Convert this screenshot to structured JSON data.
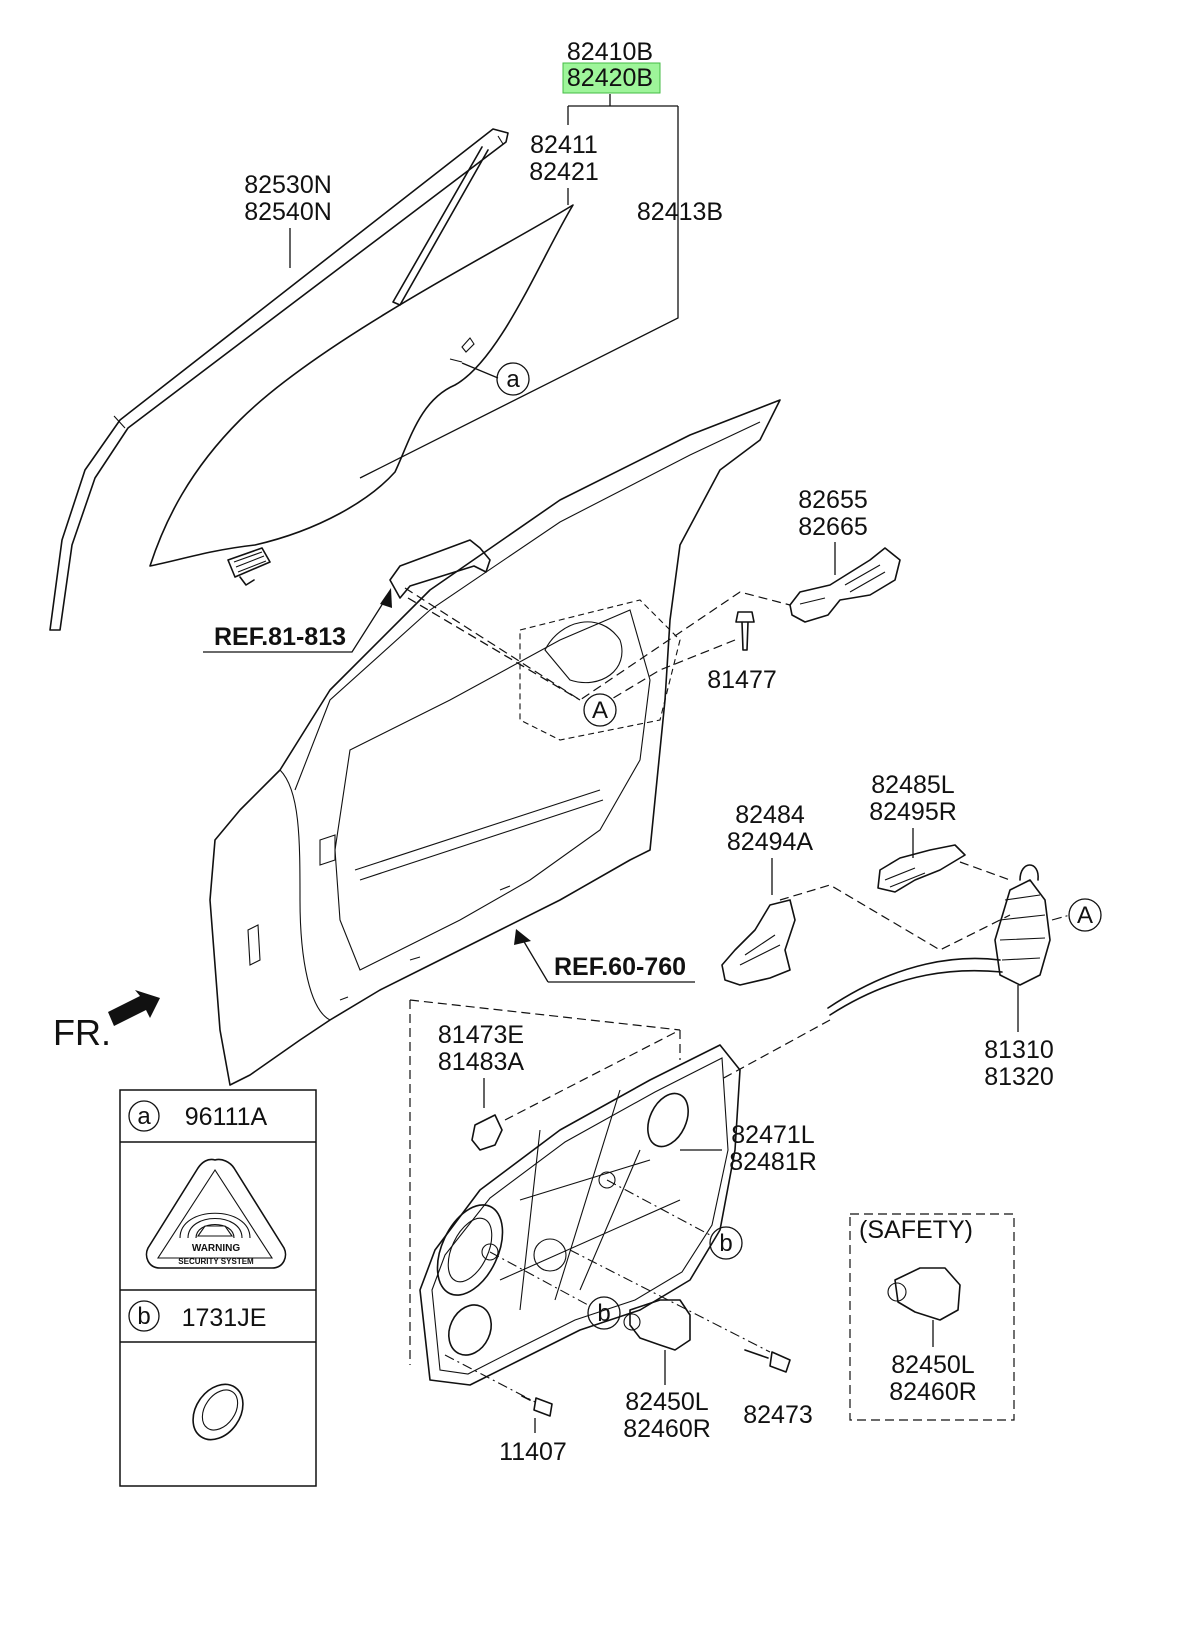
{
  "labels": {
    "glass_assy_lh": "82410B",
    "glass_assy_rh": "82420B",
    "glass_lh": "82411",
    "glass_rh": "82421",
    "channel": "82413B",
    "run_lh": "82530N",
    "run_rh": "82540N",
    "bracket_lh": "82655",
    "bracket_rh": "82665",
    "bolt_81477": "81477",
    "ref_81": "REF.81-813",
    "ref_60": "REF.60-760",
    "cable_lh": "82485L",
    "cable_rh": "82495R",
    "guard_lh": "82484",
    "guard_rh": "82494A",
    "latch_lh": "81310",
    "latch_rh": "81320",
    "clip_e": "81473E",
    "clip_a": "81483A",
    "module_lh": "82471L",
    "module_rh": "82481R",
    "motor_lh": "82450L",
    "motor_rh": "82460R",
    "screw_82473": "82473",
    "bolt_11407": "11407",
    "safety_title": "(SAFETY)",
    "safety_motor_lh": "82450L",
    "safety_motor_rh": "82460R",
    "front_indicator": "FR."
  },
  "callouts": {
    "a_marker": "a",
    "b_marker": "b",
    "A_marker": "A"
  },
  "legend": {
    "row_a": {
      "marker": "a",
      "part_no": "96111A"
    },
    "row_b": {
      "marker": "b",
      "part_no": "1731JE"
    },
    "sticker_line1": "WARNING",
    "sticker_line2": "SECURITY SYSTEM"
  },
  "highlight_color": "#9ef59a"
}
